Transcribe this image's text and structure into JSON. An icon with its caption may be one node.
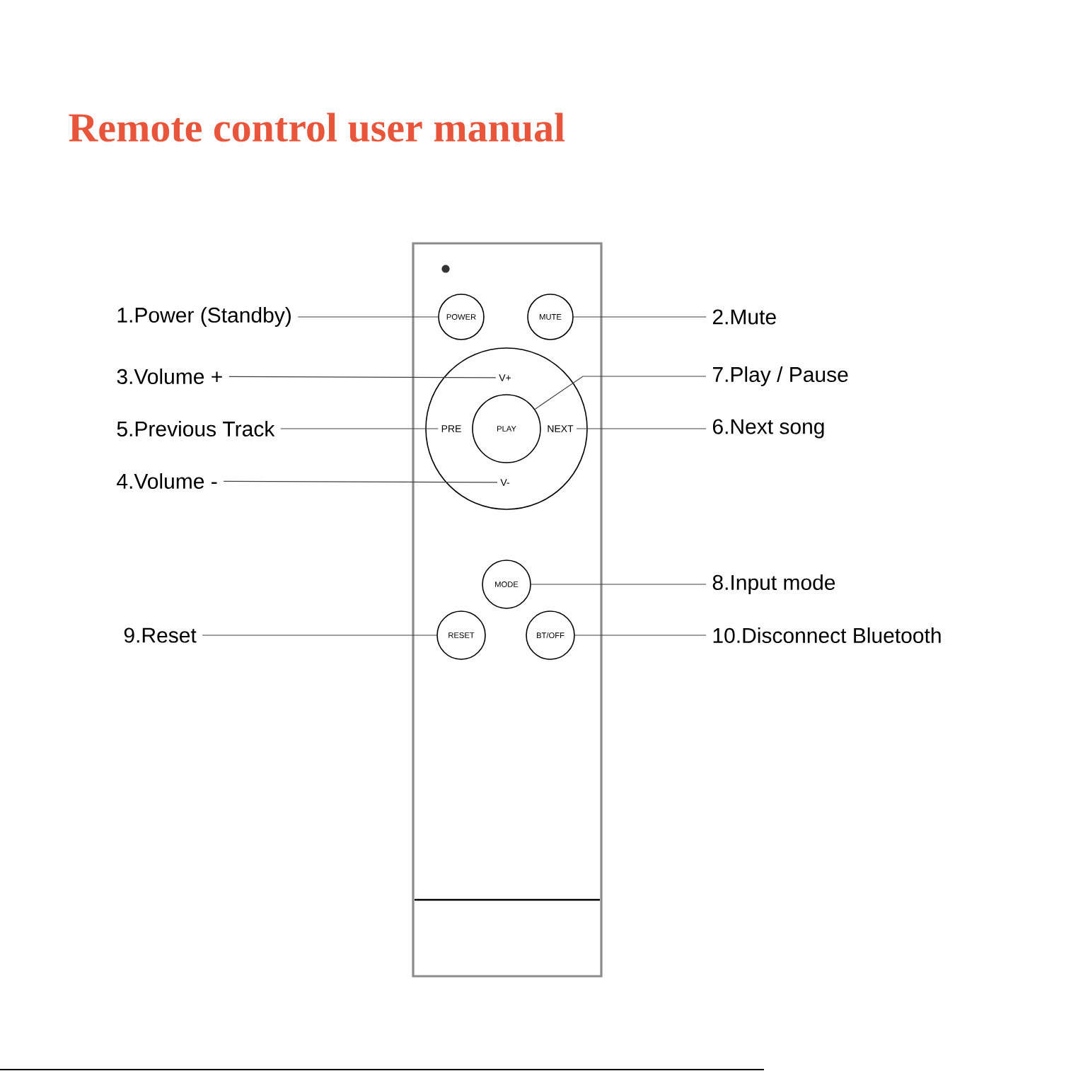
{
  "diagram": {
    "title": "Remote control user manual",
    "nodes": [
      {
        "text": [],
        "shape": "box"
      },
      {
        "text": [
          "POWER"
        ],
        "in": 0
      },
      {
        "text": [
          "MUTE"
        ],
        "in": 0
      },
      {
        "text": [],
        "shape": "circle",
        "in": 0
      },
      {
        "text": [
          "V+"
        ],
        "in": 3
      },
      {
        "text": [
          "PRE"
        ],
        "in": 3
      },
      {
        "text": [
          "PLAY"
        ],
        "in": 3
      },
      {
        "text": [
          "NEXT"
        ],
        "in": 3
      },
      {
        "text": [
          "V-"
        ],
        "in": 3
      },
      {
        "text": [
          "MODE"
        ],
        "in": 0
      },
      {
        "text": [
          "RESET"
        ],
        "in": 0
      },
      {
        "text": [
          "BT/OFF"
        ],
        "in": 0
      },
      {
        "text": [
          "1.Power (Standby)"
        ]
      },
      {
        "text": [
          "2.Mute"
        ]
      },
      {
        "text": [
          "3.Volume +"
        ]
      },
      {
        "text": [
          "7.Play / Pause"
        ]
      },
      {
        "text": [
          "5.Previous Track"
        ]
      },
      {
        "text": [
          "6.Next song"
        ]
      },
      {
        "text": [
          "4.Volume -"
        ]
      },
      {
        "text": [
          "8.Input mode"
        ]
      },
      {
        "text": [
          "9.Reset"
        ]
      },
      {
        "text": [
          "10.Disconnect Bluetooth"
        ]
      }
    ],
    "edges": [
      {
        "from": 12,
        "to": 1,
        "arrow": "none"
      },
      {
        "from": 13,
        "to": 2,
        "arrow": "none"
      },
      {
        "from": 14,
        "to": 4,
        "arrow": "none"
      },
      {
        "from": 15,
        "to": 6,
        "arrow": "none"
      },
      {
        "from": 16,
        "to": 5,
        "arrow": "none"
      },
      {
        "from": 17,
        "to": 7,
        "arrow": "none"
      },
      {
        "from": 18,
        "to": 8,
        "arrow": "none"
      },
      {
        "from": 19,
        "to": 9,
        "arrow": "none"
      },
      {
        "from": 20,
        "to": 10,
        "arrow": "none"
      },
      {
        "from": 21,
        "to": 11,
        "arrow": "none"
      }
    ]
  }
}
